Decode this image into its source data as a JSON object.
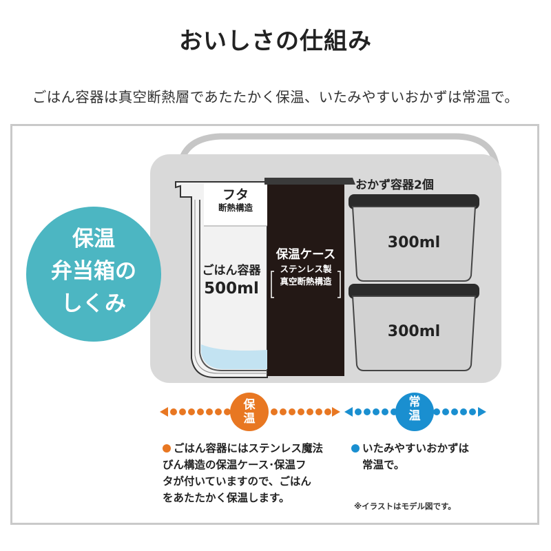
{
  "title": "おいしさの仕組み",
  "subtitle": "ごはん容器は真空断熱層であたたかく保温、いたみやすいおかずは常温で。",
  "diagram": {
    "circle_lines": [
      "保温",
      "弁当箱の",
      "しくみ"
    ],
    "lid": {
      "line1": "フタ",
      "line2": "断熱構造"
    },
    "rice": {
      "line1": "ごはん容器",
      "line2": "500ml"
    },
    "case": {
      "line1": "保温ケース",
      "sub1": "ステンレス製",
      "sub2": "真空断熱構造"
    },
    "okazu_title": "おかず容器2個",
    "okazu_volumes": [
      "300ml",
      "300ml"
    ]
  },
  "legend": {
    "keep_warm": "保温",
    "room_temp": "常温",
    "keep_color": "#e87722",
    "room_color": "#1a8fd0",
    "circle_color": "#4cb6c2"
  },
  "description": {
    "left_lines": [
      "ごはん容器にはステンレス魔法",
      "びん構造の保温ケース･保温フ",
      "タが付いていますので、ごはん",
      "をあたたかく保温します。"
    ],
    "right_lines": [
      "いたみやすいおかずは",
      "常温で。"
    ],
    "note": "※イラストはモデル図です。"
  }
}
